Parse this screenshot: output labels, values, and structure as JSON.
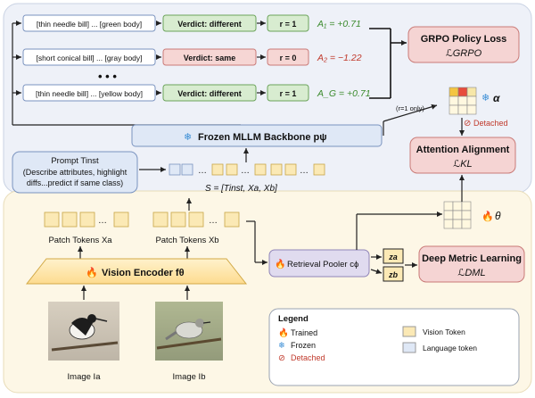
{
  "rollouts": [
    {
      "prompt": "[thin needle bill] ... [green body]",
      "verdict": "Verdict: different",
      "reward": "r = 1",
      "adv_label": "A₁ = +0.71",
      "adv_value": 0.71,
      "positive": true
    },
    {
      "prompt": "[short conical bill] ... [gray body]",
      "verdict": "Verdict: same",
      "reward": "r = 0",
      "adv_label": "A₂ = −1.22",
      "adv_value": -1.22,
      "positive": false
    },
    {
      "prompt": "[thin needle bill] ... [yellow body]",
      "verdict": "Verdict: different",
      "reward": "r = 1",
      "adv_label": "A_G = +0.71",
      "adv_value": 0.71,
      "positive": true
    }
  ],
  "ellipsis": "• • •",
  "grpo": {
    "title": "GRPO Policy Loss",
    "formula": "ℒGRPO"
  },
  "alpha_label": "α",
  "r1_only": "(r=1 only)",
  "detached_label": "Detached",
  "mllm": {
    "title": "Frozen MLLM Backbone pψ"
  },
  "prompt_box": {
    "title": "Prompt Tinst",
    "line1": "(Describe attributes, highlight",
    "line2": "diffs...predict if same class)"
  },
  "sequence_formula": "S = [Tinst, Xa, Xb]",
  "attention_alignment": {
    "title": "Attention Alignment",
    "formula": "ℒKL"
  },
  "theta_label": "θ",
  "patch_a": "Patch Tokens Xa",
  "patch_b": "Patch Tokens Xb",
  "token_ellipsis": "…",
  "vision_encoder": "Vision Encoder fθ",
  "retrieval_pooler": "Retrieval Pooler cϕ",
  "za": "za",
  "zb": "zb",
  "dml": {
    "title": "Deep Metric Learning",
    "formula": "ℒDML"
  },
  "image_a": "Image Ia",
  "image_b": "Image Ib",
  "legend": {
    "title": "Legend",
    "trained": "Trained",
    "frozen": "Frozen",
    "detached": "Detached",
    "vision_token": "Vision Token",
    "language_token": "Language token"
  },
  "colors": {
    "top_panel": "#eef1f8",
    "bottom_panel": "#fdf7e6",
    "prompt_fill": "#dfe8f6",
    "verdict_diff": "#d8ecd0",
    "verdict_same": "#f6d6d4",
    "pink_box": "#f5d4d3",
    "vision_token": "#fbe9b5",
    "language_token": "#dfe8f6",
    "encoder": "#fde2a6",
    "pooler": "#e0dbef",
    "adv_pos": "#3a8a2c",
    "adv_neg": "#c0392b"
  },
  "heat_a": [
    [
      "#f4c542",
      "#e74c3c",
      "#f7e7a8"
    ],
    [
      "#fff8e0",
      "#fff8e0",
      "#fff8e0"
    ],
    [
      "#fff8e0",
      "#fff8e0",
      "#fff8e0"
    ]
  ],
  "heat_b": [
    [
      "#fff8e0",
      "#fff8e0",
      "#fff8e0"
    ],
    [
      "#fff8e0",
      "#fff8e0",
      "#fff8e0"
    ],
    [
      "#fff8e0",
      "#fff8e0",
      "#fff8e0"
    ]
  ]
}
